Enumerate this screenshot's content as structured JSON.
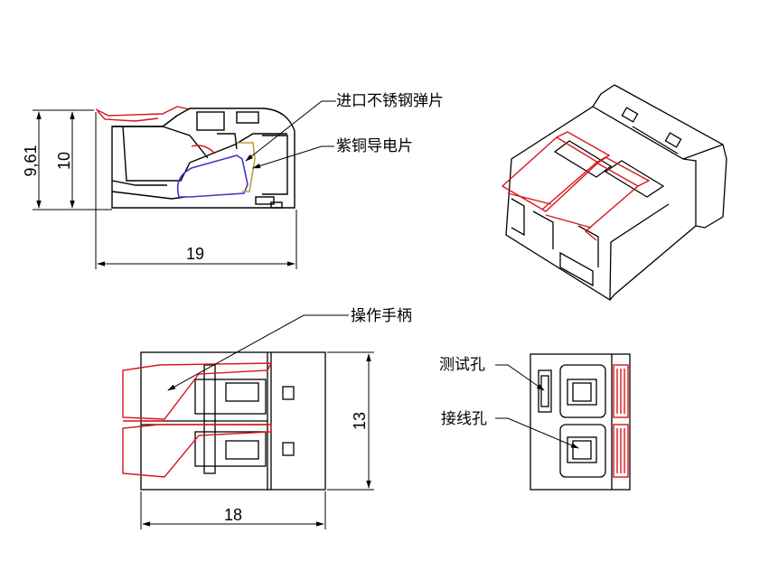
{
  "callouts": {
    "stainless_spring": "进口不锈钢弹片",
    "copper_strip": "紫铜导电片",
    "operating_handle": "操作手柄",
    "test_hole": "测试孔",
    "wire_hole": "接线孔"
  },
  "dimensions": {
    "side_height_a": "9,61",
    "side_height_b": "10",
    "side_length": "19",
    "top_width": "13",
    "top_length": "18"
  },
  "colors": {
    "line": "#000000",
    "lever": "#d8141c",
    "wire": "#3a3ac8",
    "copper": "#b8a040"
  }
}
